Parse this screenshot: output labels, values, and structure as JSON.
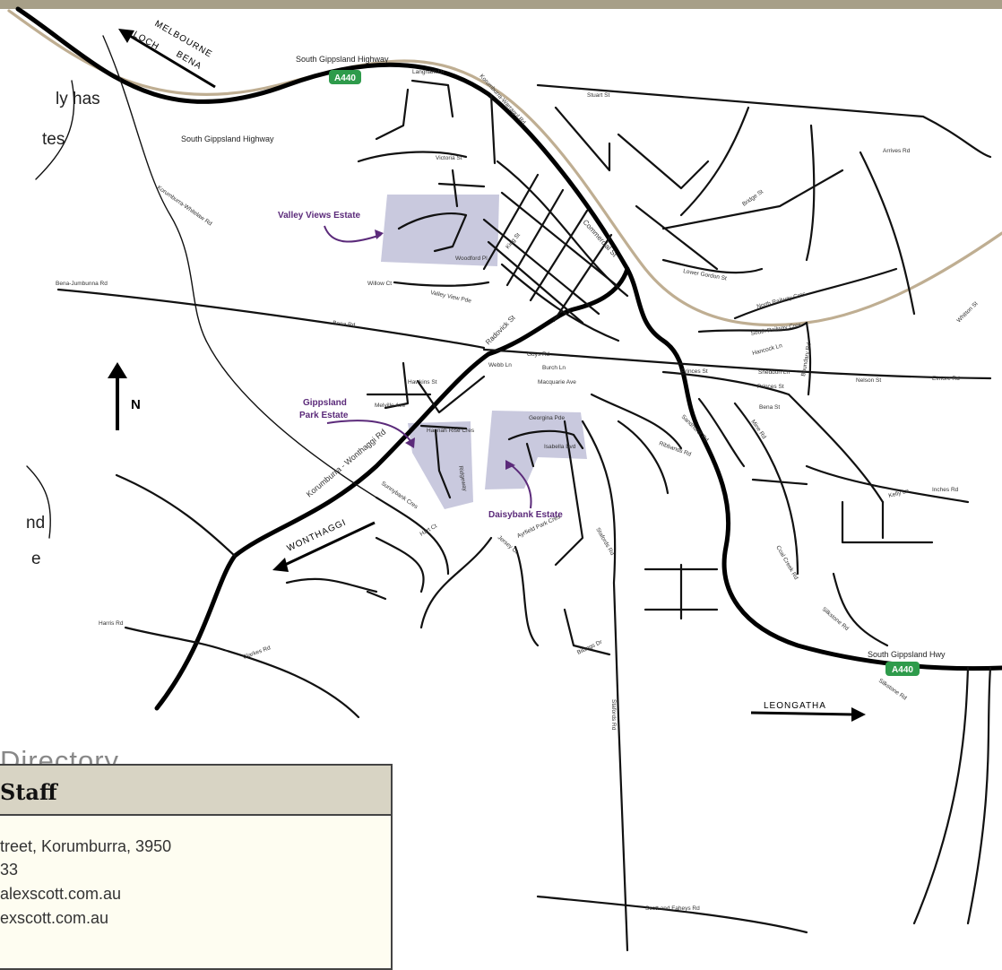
{
  "colors": {
    "top_bar": "#a79f88",
    "estate_fill": "#c9c9de",
    "estate_label": "#5b2a7a",
    "rail": "#bfae92",
    "shield": "#2e9b4b"
  },
  "highway": {
    "shield": "A440",
    "name_top": "South Gippsland Highway",
    "name_left": "South Gippsland Highway",
    "name_right": "South Gippsland Hwy"
  },
  "directions": {
    "melbourne": "MELBOURNE",
    "loch": "LOCH",
    "bena": "BENA",
    "wonthaggi": "WONTHAGGI",
    "leongatha": "LEONGATHA"
  },
  "compass": {
    "north": "N"
  },
  "estates": {
    "valley_views": "Valley Views Estate",
    "gippsland_park_1": "Gippsland",
    "gippsland_park_2": "Park Estate",
    "daisybank": "Daisybank Estate"
  },
  "streets": {
    "korumburra_warragul": "Korumburra-Warragul Rd",
    "korumburra_wonthaggi": "Korumburra - Wonthaggi Rd",
    "korumburra_whitelaw": "Korumburra-Whitelaw Rd",
    "bena_jumbunna": "Bena-Jumbunna Rd",
    "bena": "Bena Rd",
    "langham": "Langham Dr",
    "victoria": "Victoria St",
    "stuart": "Stuart St",
    "commercial": "Commercial St",
    "north_railway": "North Railway Cres",
    "south_railway": "South Railway Cres",
    "lower_gordon": "Lower Gordon St",
    "bridge": "Bridge St",
    "boundary": "Boundary Rd",
    "nelson": "Nelson St",
    "elmore": "Elmore Rd",
    "whitton": "Whitton St",
    "arrives": "Arrives Rd",
    "princes": "Princes St",
    "guys": "Guys Rd",
    "webb": "Webb Ln",
    "burch": "Burch Ln",
    "macquarie": "Macquarie Ave",
    "hawkins": "Hawkins St",
    "melville": "Melville Ave",
    "hannah_rise": "Hannah Rise Cres",
    "georgina": "Georgina Pde",
    "isabella": "Isabella Bvd",
    "woodford": "Woodford Pl",
    "willow": "Willow Ct",
    "valley_view": "Valley View Pde",
    "radovick": "Radovick St",
    "king": "King St",
    "ridgeway": "Ridgeway",
    "mine": "Mine Rd",
    "inches": "Inches Rd",
    "kelly": "Kelly Ln",
    "coal_creek": "Coal Creek Rd",
    "sandhurst": "Sandhurst Rd",
    "silkstone": "Silkstone Rd",
    "harris": "Harris Rd",
    "clarkes": "Clarkes Rd",
    "stafords": "Stafords Rd",
    "birrego": "Bilangs Dr",
    "scott_faheys": "Scott and Faheys Rd",
    "jersey": "Jersey Ct",
    "ayrfield": "Ayrfield Park Cres",
    "sunnybank": "Sunnybank Cres",
    "hart": "Hart Ct",
    "hancock": "Hancock Ln",
    "sheddon": "Sheddon Ln",
    "bena_st": "Bena St",
    "ribbands": "Ribbands Rd"
  },
  "fragments": {
    "f1": "ly has",
    "f2": "tes",
    "f3": "nd",
    "f4": "e"
  },
  "directory": {
    "title": "Directory",
    "card_title": "Staff",
    "address": "treet, Korumburra, 3950",
    "phone": "33",
    "email": "alexscott.com.au",
    "website": "exscott.com.au"
  }
}
